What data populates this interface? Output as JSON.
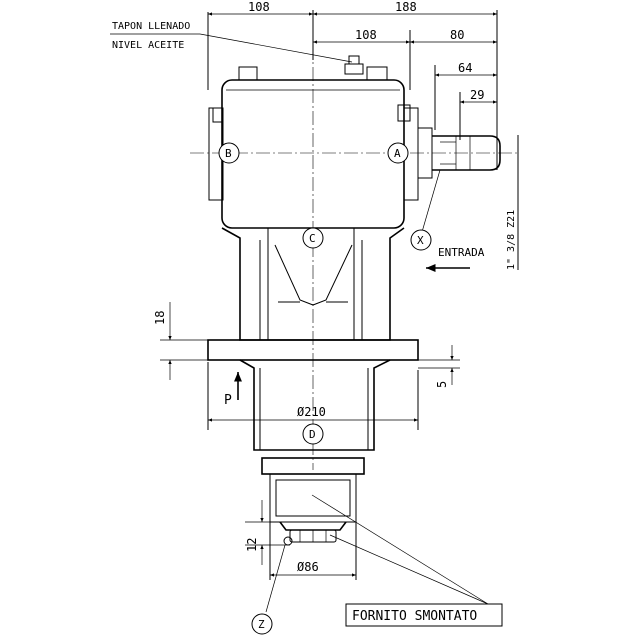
{
  "dimensions": {
    "left_108": "108",
    "right_188": "188",
    "inner_108": "108",
    "d80": "80",
    "d64": "64",
    "d29": "29",
    "d18": "18",
    "d5": "5",
    "d12": "12",
    "dia210": "Ø210",
    "dia86": "Ø86"
  },
  "notes": {
    "filler_plug": "TAPON LLENADO",
    "oil_level": "NIVEL ACEITE",
    "input_label": "ENTRADA",
    "thread_spec": "1\" 3/8 Z21",
    "supplied_unassembled": "FORNITO SMONTATO",
    "p_label": "P"
  },
  "callouts": {
    "a": "A",
    "b": "B",
    "c": "C",
    "d": "D",
    "x": "X",
    "z": "Z"
  }
}
